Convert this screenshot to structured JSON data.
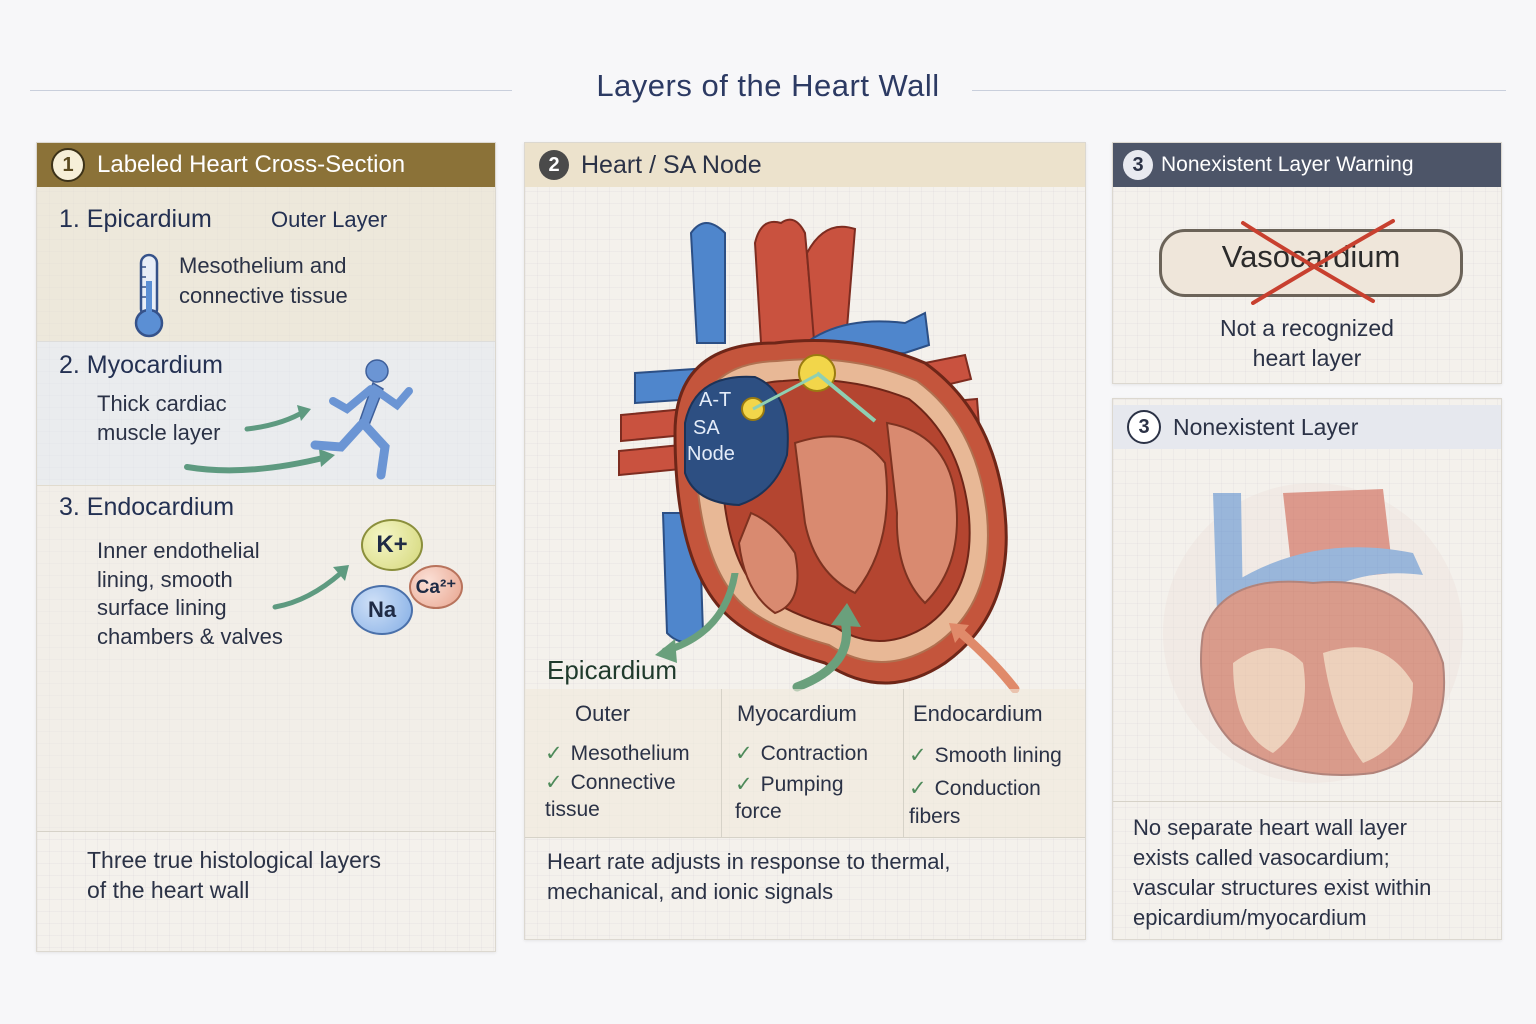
{
  "title": "Layers of the Heart Wall",
  "panel1": {
    "number": "1",
    "header": "Labeled Heart Cross-Section",
    "layers": [
      {
        "name": "1. Epicardium",
        "tag": "Outer Layer",
        "desc": "Mesothelium and\nconnective tissue",
        "icon": "thermometer-icon"
      },
      {
        "name": "2. Myocardium",
        "desc": "Thick cardiac\nmuscle layer",
        "icon": "runner-icon"
      },
      {
        "name": "3. Endocardium",
        "desc": "Inner endothelial\nlining, smooth\nsurface lining\nchambers & valves",
        "icon": "ions-icon"
      }
    ],
    "ions": [
      "K+",
      "Ca²⁺",
      "Na"
    ],
    "footer": "Three true histological layers\nof the heart wall"
  },
  "panel2": {
    "number": "2",
    "header": "Heart / SA Node",
    "diagram_labels": [
      "A-T",
      "SA",
      "Node"
    ],
    "columns": [
      {
        "heading": "Epicardium",
        "subheading": "Outer",
        "items": [
          "Mesothelium",
          "Connective\ntissue"
        ]
      },
      {
        "heading": "Myocardium",
        "items": [
          "Contraction",
          "Pumping\nforce"
        ]
      },
      {
        "heading": "Endocardium",
        "items": [
          "Smooth lining",
          "Conduction\nfibers"
        ]
      }
    ],
    "footer": "Heart rate adjusts in response to thermal,\nmechanical, and ionic signals"
  },
  "panel3a": {
    "number": "3",
    "header": "Nonexistent Layer Warning",
    "crossed_word": "Vasocardium",
    "note": "Not a recognized\nheart layer"
  },
  "panel3b": {
    "number": "3",
    "header": "Nonexistent Layer",
    "footer": "No separate heart wall layer\nexists called vasocardium;\nvascular structures exist within\nepicardium/myocardium"
  },
  "colors": {
    "artery_red": "#c9523f",
    "vein_blue": "#3f78c4",
    "muscle": "#b8462f",
    "panel1_header": "#8b7238",
    "panel3_header": "#4d5568",
    "warning_x": "#c8402f"
  }
}
